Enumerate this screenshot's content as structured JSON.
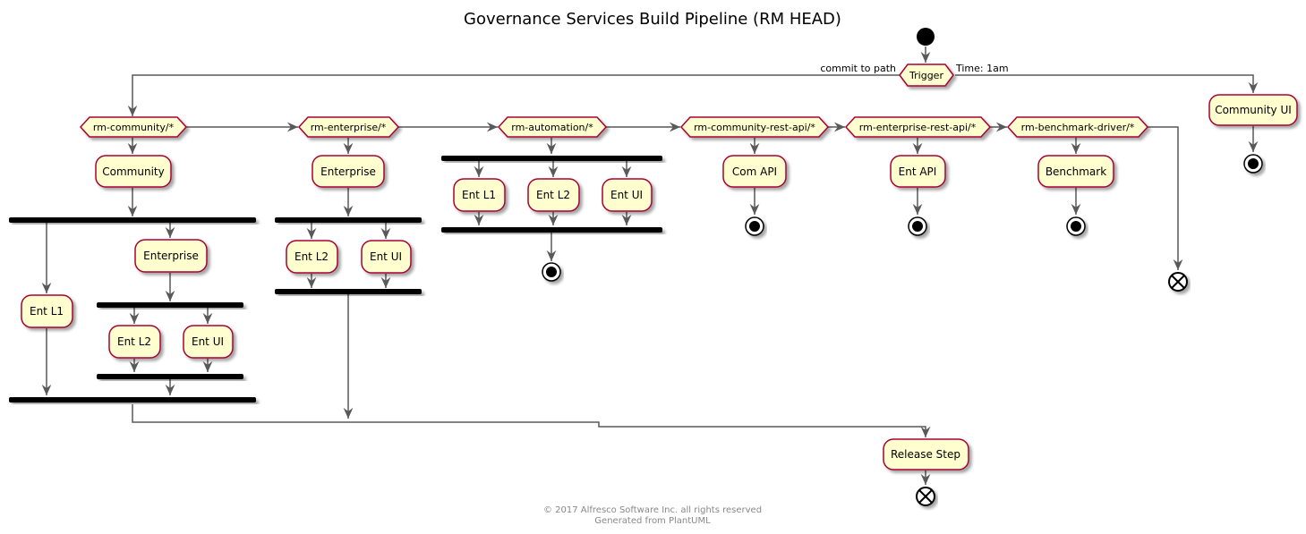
{
  "title": "Governance Services Build Pipeline (RM HEAD)",
  "trigger": {
    "label": "Trigger",
    "left_edge": "commit to path",
    "right_edge": "Time: 1am"
  },
  "branches": {
    "community": "rm-community/*",
    "enterprise": "rm-enterprise/*",
    "automation": "rm-automation/*",
    "community_rest_api": "rm-community-rest-api/*",
    "enterprise_rest_api": "rm-enterprise-rest-api/*",
    "benchmark_driver": "rm-benchmark-driver/*"
  },
  "activities": {
    "community": "Community",
    "c_ent_l1": "Ent L1",
    "c_enterprise": "Enterprise",
    "c_ent_l2": "Ent L2",
    "c_ent_ui": "Ent UI",
    "enterprise": "Enterprise",
    "e_ent_l2": "Ent L2",
    "e_ent_ui": "Ent UI",
    "a_ent_l1": "Ent L1",
    "a_ent_l2": "Ent L2",
    "a_ent_ui": "Ent UI",
    "com_api": "Com API",
    "ent_api": "Ent API",
    "benchmark": "Benchmark",
    "community_ui": "Community UI",
    "release_step": "Release Step"
  },
  "footer": {
    "copyright": "© 2017 Alfresco Software Inc. all rights reserved",
    "generated": "Generated from PlantUML"
  }
}
